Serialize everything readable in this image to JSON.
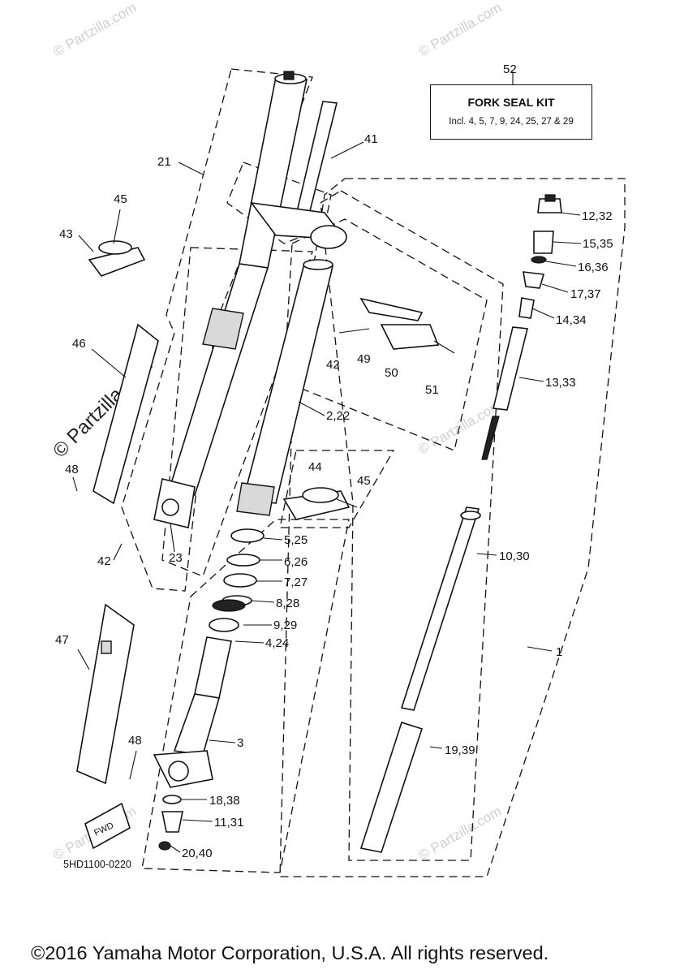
{
  "kit": {
    "number": "52",
    "title": "FORK SEAL KIT",
    "note": "Incl. 4, 5, 7, 9, 24, 25, 27 & 29"
  },
  "labels": {
    "l41": "41",
    "l21": "21",
    "l45a": "45",
    "l43": "43",
    "l46": "46",
    "l48a": "48",
    "l42a": "42",
    "l23": "23",
    "l42b": "42",
    "l49": "49",
    "l50": "50",
    "l51": "51",
    "l2_22": "2,22",
    "l44": "44",
    "l45b": "45",
    "l5_25": "5,25",
    "l6_26": "6,26",
    "l7_27": "7,27",
    "l8_28": "8,28",
    "l9_29": "9,29",
    "l4_24": "4,24",
    "l47": "47",
    "l48b": "48",
    "l3": "3",
    "l18_38": "18,38",
    "l11_31": "11,31",
    "l20_40": "20,40",
    "l12_32": "12,32",
    "l15_35": "15,35",
    "l16_36": "16,36",
    "l17_37": "17,37",
    "l14_34": "14,34",
    "l13_33": "13,33",
    "l10_30": "10,30",
    "l1": "1",
    "l19_39": "19,39",
    "fwd": "FWD"
  },
  "watermark": "© Partzilla.com",
  "drawing_code": "5HD1100-0220",
  "copyright": "©2016 Yamaha Motor Corporation, U.S.A. All rights reserved."
}
